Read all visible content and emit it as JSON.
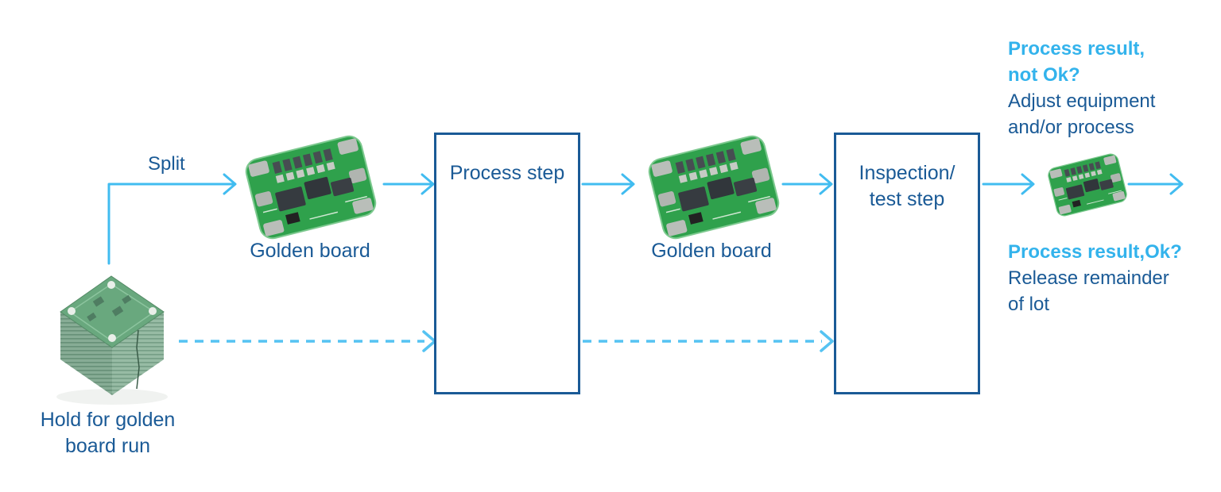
{
  "colors": {
    "dark_blue": "#1A5A96",
    "cyan_text": "#33B3EC",
    "arrow_cyan": "#41BCF0",
    "dash_cyan": "#55C3F2"
  },
  "flow": {
    "split_label": "Split",
    "hold_label_line1": "Hold for golden",
    "hold_label_line2": "board run",
    "golden_board_label_1": "Golden board",
    "golden_board_label_2": "Golden board",
    "process_step_label": "Process step",
    "inspection_label_line1": "Inspection/",
    "inspection_label_line2": "test step"
  },
  "outcomes": {
    "not_ok": {
      "title_line1": "Process result,",
      "title_line2": "not Ok?",
      "body_line1": "Adjust equipment",
      "body_line2": "and/or process"
    },
    "ok": {
      "title": "Process result,Ok?",
      "body_line1": "Release remainder",
      "body_line2": "of lot"
    }
  },
  "images": {
    "stack": "pcb-stack-image",
    "board": "golden-board-image",
    "small_board": "small-golden-board-image"
  }
}
